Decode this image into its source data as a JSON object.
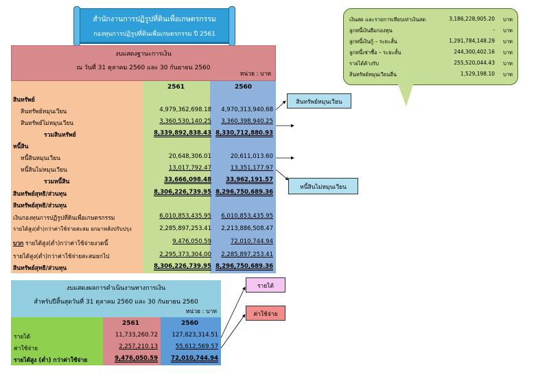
{
  "title": {
    "line1": "สำนักงานการปฏิรูปที่ดินเพื่อเกษตรกรรม",
    "line2": "กองทุนการปฏิรูปที่ดินเพื่อเกษตรกรรม    ปี 2561"
  },
  "balance_sheet": {
    "heading": "งบแสดงฐานะการเงิน",
    "subheading": "ณ  วันที่ 31 ตุลาคม  2560 และ 30 กันยายน  2560",
    "unit": "หน่วย : บาท",
    "col_2561": "2561",
    "col_2560": "2560",
    "rows": [
      {
        "label": "สินทรัพย์",
        "v1": "",
        "v2": ""
      },
      {
        "label": "สินทรัพย์หมุนเวียน",
        "v1": "4,979,362,698.18",
        "v2": "4,970,313,940.68"
      },
      {
        "label": "สินทรัพย์ไม่หมุนเวียน",
        "v1": "3,360,530,140.25",
        "v2": "3,360,398,940.25"
      },
      {
        "label": "รวมสินทรัพย์",
        "v1": "8,339,892,838.43",
        "v2": "8,330,712,880.93"
      },
      {
        "label": "หนี้สิน",
        "v1": "",
        "v2": ""
      },
      {
        "label": "หนี้สินหมุนเวียน",
        "v1": "20,648,306.01",
        "v2": "20,611,013.60"
      },
      {
        "label": "หนี้สินไม่หมุนเวียน",
        "v1": "13,017,792.47",
        "v2": "13,351,177.97"
      },
      {
        "label": "รวมหนี้สิน",
        "v1": "33,666,098.48",
        "v2": "33,962,191.57"
      },
      {
        "label": "สินทรัพย์สุทธิ/ส่วนทุน",
        "v1": "8,306,226,739.95",
        "v2": "8,296,750,689.36"
      },
      {
        "label": "สินทรัพย์สุทธิ/ส่วนทุน",
        "v1": "",
        "v2": ""
      },
      {
        "label": "เงินกองทุนการปฏิรูปที่ดินเพื่อเกษตรกรรม",
        "v1": "6,010,853,435.95",
        "v2": "6,010,853,435.95"
      },
      {
        "label": "รายได้สูง(ต่ำ)กว่าค่าใช้จ่ายสะสม ยกมาหลังปรับปรุง",
        "v1": "2,285,897,253.41",
        "v2": "2,213,886,508.47"
      },
      {
        "label_prefix": "บวก",
        "label": "  รายได้สูง(ต่ำ)กว่าค่าใช้จ่ายงวดนี้",
        "v1": "9,476,050.59",
        "v2": "72,010,744.94"
      },
      {
        "label": "รายได้สูง(ต่ำ)กว่าค่าใช้จ่ายสะสมยกไป",
        "v1": "2,295,373,304.00",
        "v2": "2,285,897,253.41"
      },
      {
        "label": "สินทรัพย์สุทธิ/ส่วนทุน",
        "v1": "8,306,226,739.95",
        "v2": "8,296,750,689.36"
      }
    ]
  },
  "callout": {
    "rows": [
      {
        "label": "เงินสด และรายการเทียบเท่าเงินสด",
        "value": "3,186,228,905.20",
        "unit": "บาท"
      },
      {
        "label": "ลูกหนี้เงินยืมกองทุน",
        "value": "-",
        "unit": "บาท"
      },
      {
        "label": "ลูกหนี้เงินกู้ – ระยะสั้น",
        "value": "1,291,784,148.29",
        "unit": "บาท"
      },
      {
        "label": "ลูกหนี้เช่าซื้อ – ระยะสั้น",
        "value": "244,300,402.16",
        "unit": "บาท"
      },
      {
        "label": "รายได้ค้างรับ",
        "value": "255,520,044.43",
        "unit": "บาท"
      },
      {
        "label": "สินทรัพย์หมุนเวียนอื่น",
        "value": "1,529,198.10",
        "unit": "บาท"
      }
    ]
  },
  "side_labels": {
    "current_assets": "สินทรัพย์หมุนเวียน",
    "noncurrent_liabilities": "หนี้สินไม่หมุนเวียน",
    "income": "รายได้",
    "expense": "ค่าใช้จ่าย"
  },
  "operating_statement": {
    "heading": "งบแสดงผลการดำเนินงานทางการเงิน",
    "subheading": "สำหรับปีสิ้นสุดวันที่  31 ตุลาคม  2560 และ 30 กันยายน  2560",
    "unit": "หน่วย : บาท",
    "col_2561": "2561",
    "col_2560": "2560",
    "rows": [
      {
        "label": "รายได้",
        "v1": "11,733,260.72",
        "v2": "127,623,314.51"
      },
      {
        "label": "ค่าใช้จ่าย",
        "v1": "2,257,210.13",
        "v2": "55,612,569.57"
      },
      {
        "label": "รายได้สูง (ต่ำ) กว่าค่าใช้จ่าย",
        "v1": "9,476,050.59",
        "v2": "72,010,744.94"
      }
    ]
  },
  "colors": {
    "title_bg": "#2e9fd8",
    "bs_header": "#d7898b",
    "bs_label_col": "#f8c49c",
    "bs_col2561": "#c6dd96",
    "bs_col2560": "#8fb2dc",
    "op_header": "#93cde0",
    "op_label_col": "#8fd14f",
    "op_col2561": "#d7898b",
    "op_col2560": "#5d9ad8"
  }
}
